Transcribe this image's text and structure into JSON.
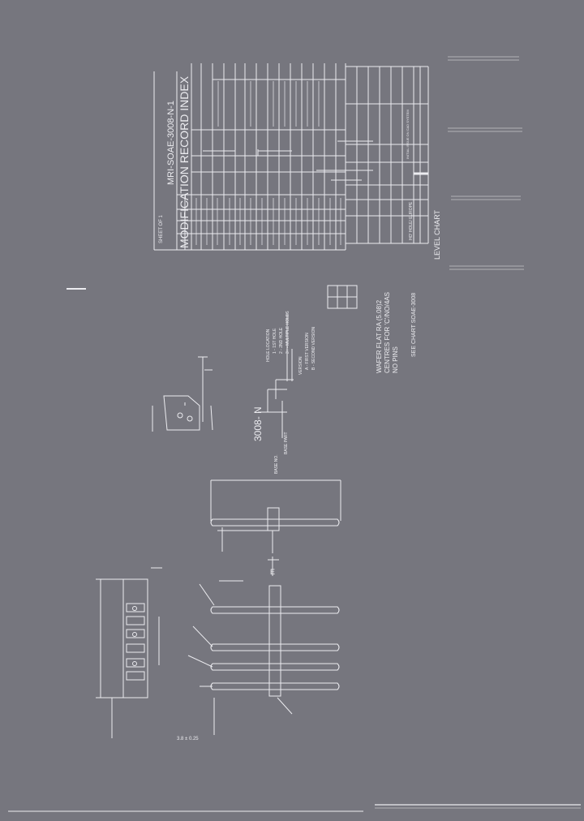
{
  "colors": {
    "background": "#76767e",
    "ink": "#ececf0"
  },
  "drawing": {
    "mri_index": "MRI-SOAE-3008-N-1",
    "index_title": "MODIFICATION RECORD INDEX",
    "sheet_label": "SHEET  OF 1",
    "level_chart_title": "LEVEL CHART",
    "part_code": "3008- N",
    "level_chart_entries": [
      "HO' HOLE/ EUROPE",
      "INITIAL ISSUE ON CAD SYSTEM"
    ],
    "option_codes": [
      "HOLE LOCATION",
      "1 - 1ST HOLE",
      "2 - 2ND HOLE",
      "3+ - MULTIPLE HOLES",
      "VERSION",
      "A - FIRST VERSION",
      "B - SECOND VERSION"
    ],
    "description_lines": [
      "WAFER FLAT RA (5.08)2",
      "CENTRES FOR 'C'/NO/4AS",
      "NO PINS"
    ],
    "level_chart_ref": "SEE CHART  SOAE-3008",
    "section_label": "E",
    "bottom_dimension": "3.8 ± 0.25",
    "base_part_label": "BASE NO.",
    "base_part_desc": "BASE PART"
  }
}
